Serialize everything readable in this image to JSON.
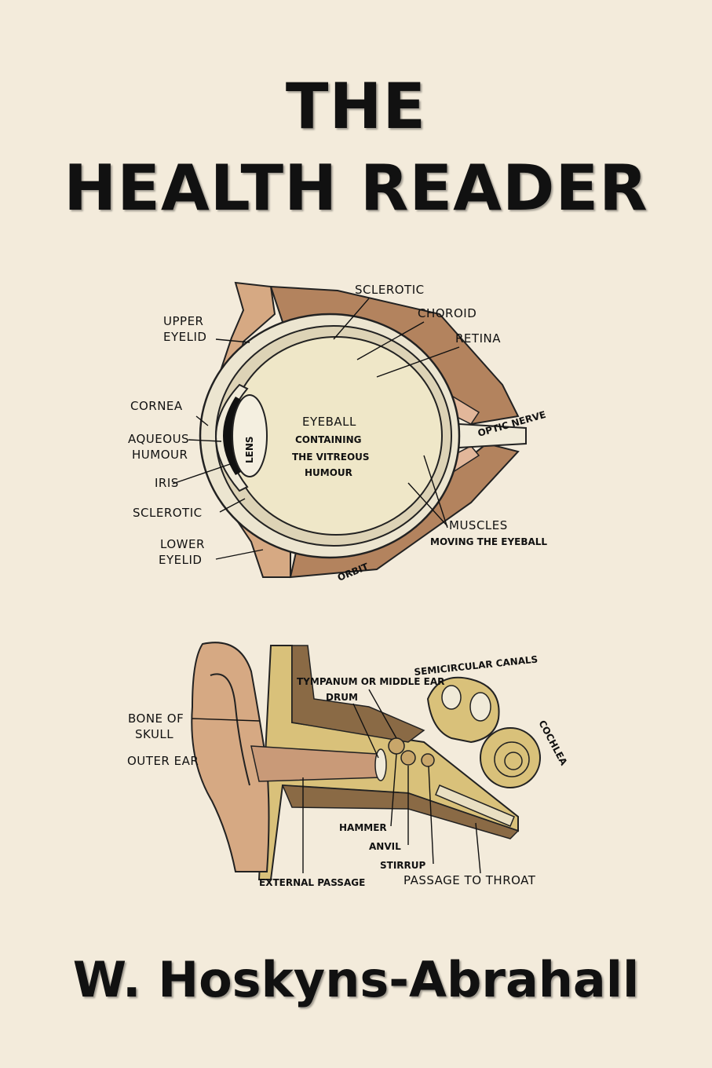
{
  "cover": {
    "title_line1": "THE",
    "title_line2": "HEALTH READER",
    "author": "W. Hoskyns-Abrahall"
  },
  "eye": {
    "labels": {
      "sclerotic_top": "SCLEROTIC",
      "choroid": "CHOROID",
      "retina": "RETINA",
      "upper": "UPPER",
      "eyelid_upper": "EYELID",
      "cornea": "CORNEA",
      "aqueous": "AQUEOUS",
      "humour_aq": "HUMOUR",
      "iris": "IRIS",
      "sclerotic_bottom": "SCLEROTIC",
      "lower": "LOWER",
      "eyelid_lower": "EYELID",
      "lens": "LENS",
      "eyeball": "EYEBALL",
      "containing": "CONTAINING",
      "the_vitreous": "THE VITREOUS",
      "humour_vit": "HUMOUR",
      "optic_nerve": "OPTIC NERVE",
      "muscles": "MUSCLES",
      "moving": "MOVING THE EYEBALL",
      "orbit": "ORBIT"
    }
  },
  "ear": {
    "labels": {
      "semicircular": "SEMICIRCULAR CANALS",
      "tympanum": "TYMPANUM OR MIDDLE EAR",
      "drum": "DRUM",
      "cochlea": "COCHLEA",
      "bone_of": "BONE OF",
      "skull": "SKULL",
      "outer_ear": "OUTER EAR",
      "hammer": "HAMMER",
      "anvil": "ANVIL",
      "stirrup": "STIRRUP",
      "passage_throat": "PASSAGE TO THROAT",
      "external_passage": "EXTERNAL PASSAGE"
    }
  },
  "colors": {
    "background": "#f3ebdb",
    "bone": "#b3835e",
    "flesh": "#d6a983",
    "yellow": "#d9c17a"
  }
}
